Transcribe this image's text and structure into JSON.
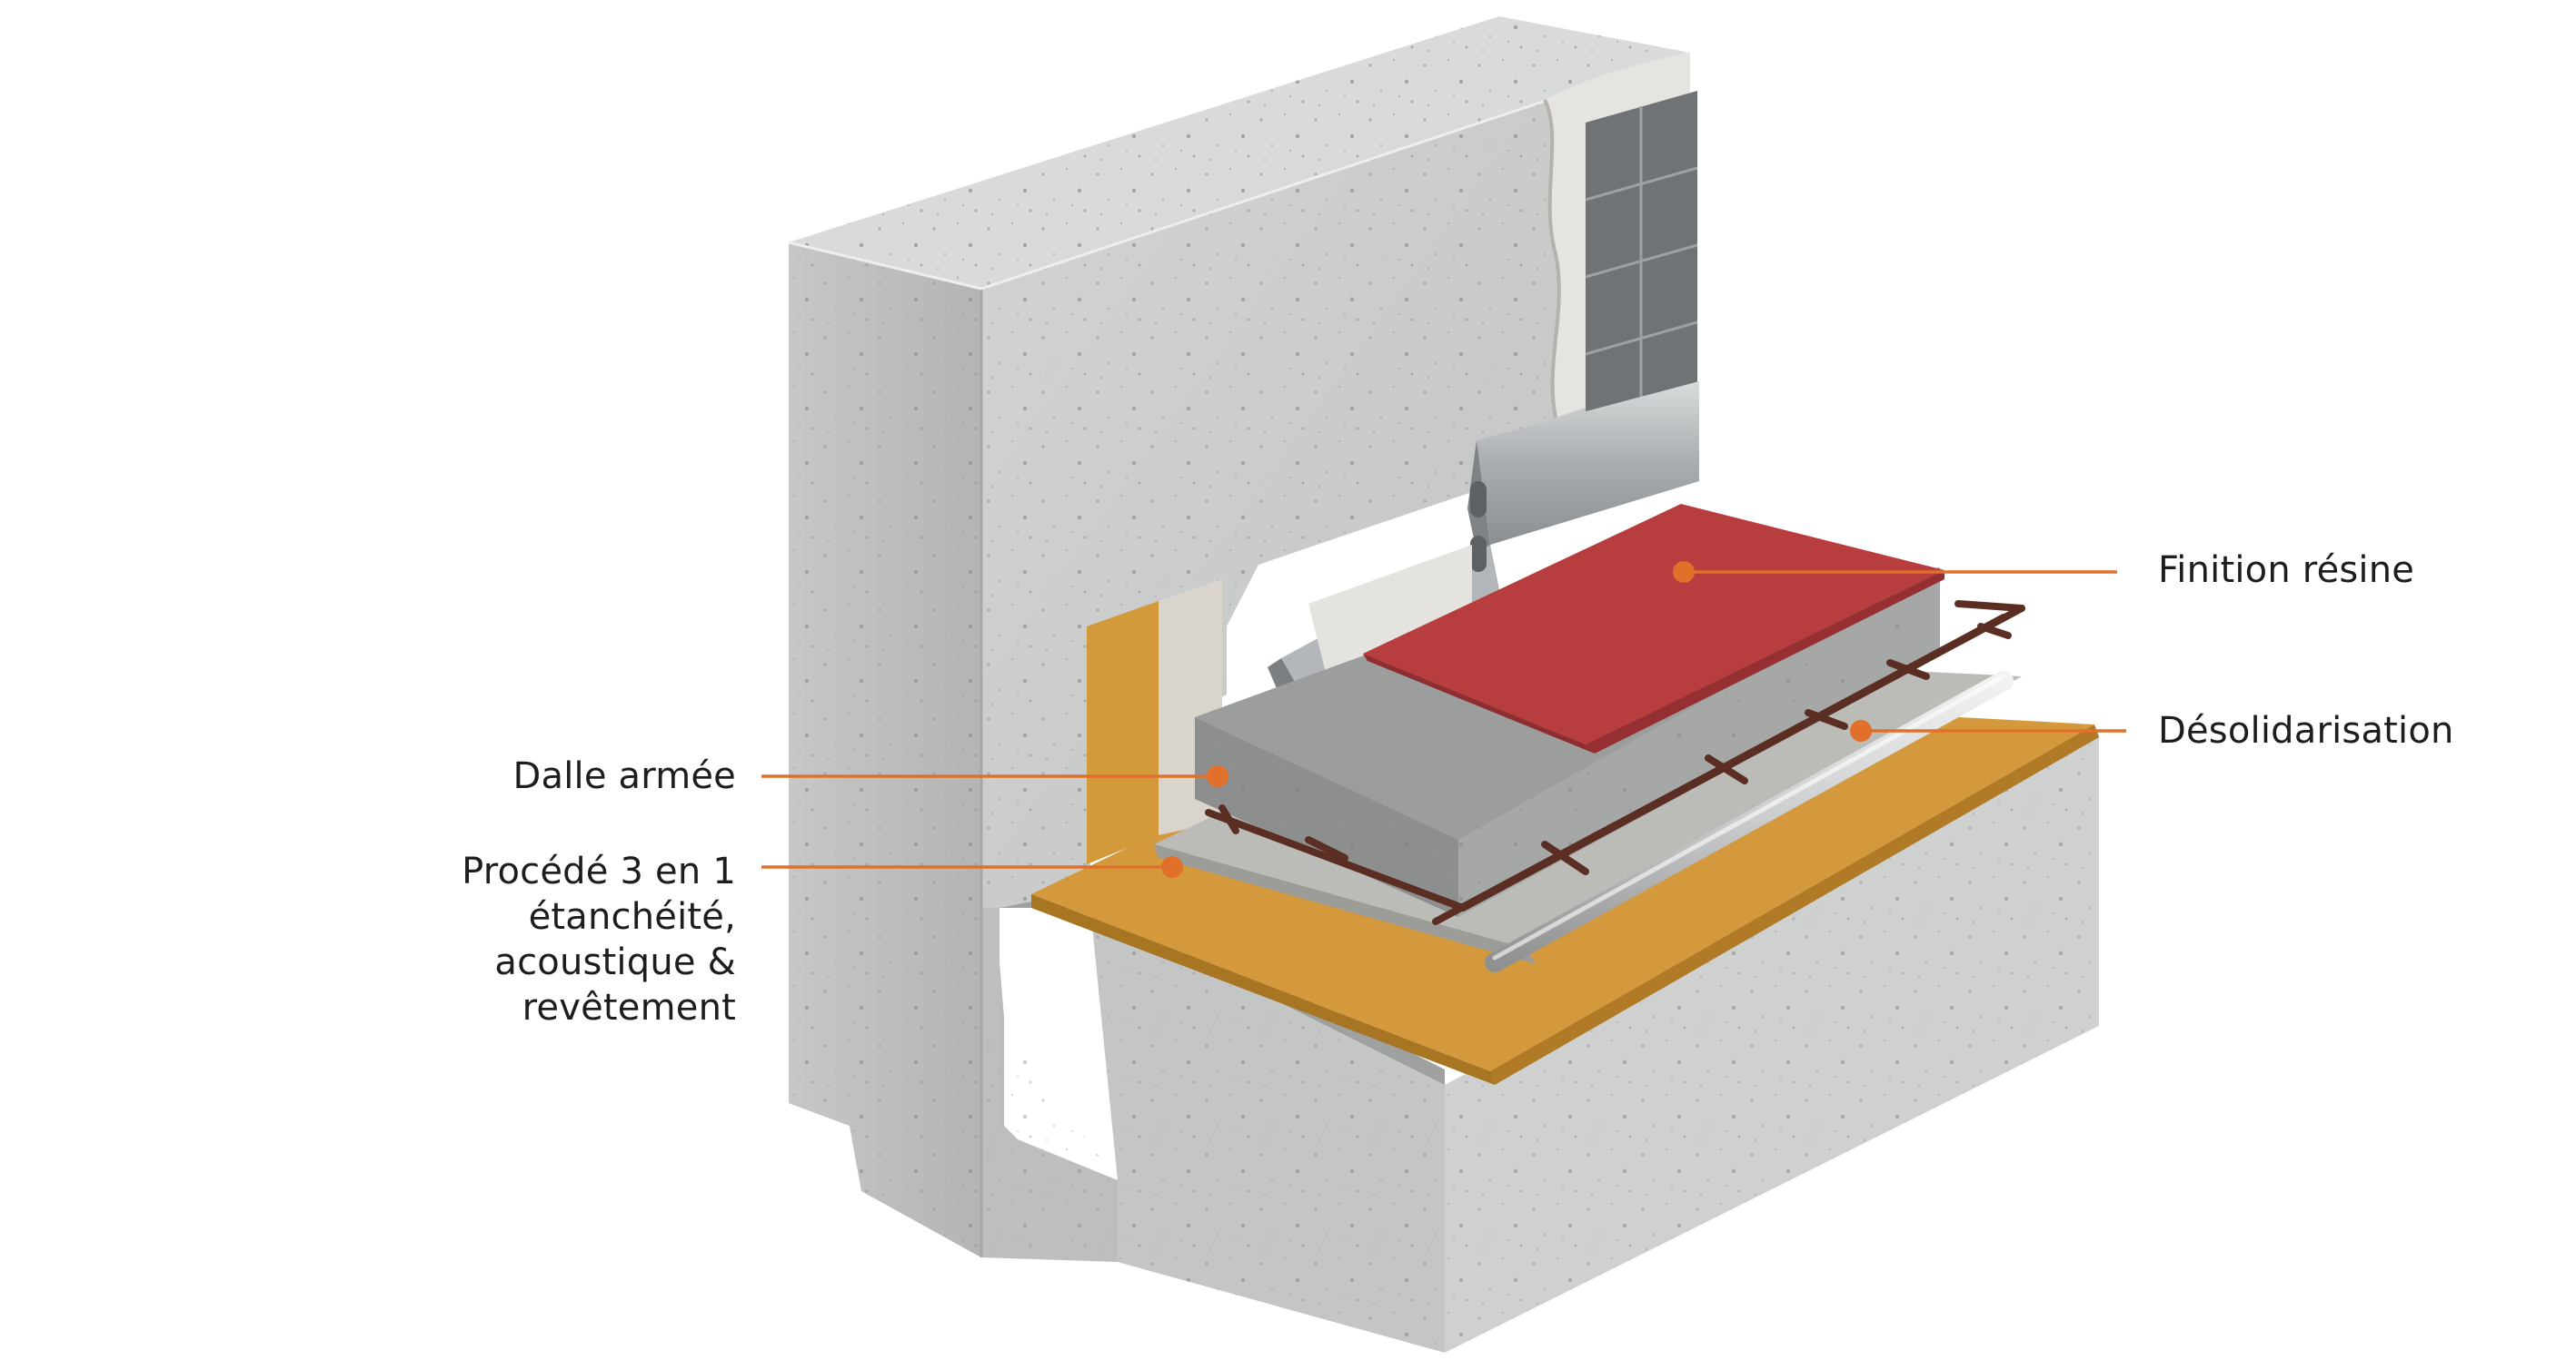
{
  "colors": {
    "accent": "#e0702a",
    "concrete": "#c7c9c8",
    "resin": "#b83c3e",
    "membrane": "#d39a3a",
    "steel": "#9fa3a5",
    "rebar": "#5a2e22"
  },
  "labels": {
    "finition": "Finition résine",
    "desolidarisation": "Désolidarisation",
    "dalle": "Dalle armée",
    "procede": {
      "line1": "Procédé 3 en 1",
      "line2": "étanchéité,",
      "line3": "acoustique &",
      "line4": "revêtement"
    }
  }
}
